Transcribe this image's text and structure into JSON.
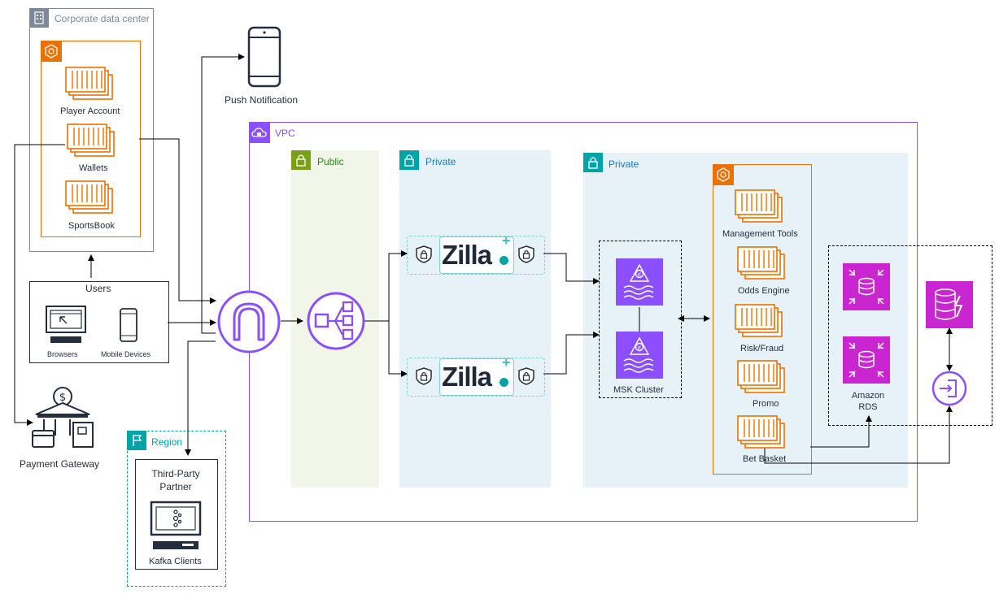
{
  "corporate": {
    "title": "Corporate data center",
    "services": [
      "Player Account",
      "Wallets",
      "SportsBook"
    ]
  },
  "push": {
    "label": "Push Notification"
  },
  "users": {
    "title": "Users",
    "browsers": "Browsers",
    "mobile": "Mobile Devices"
  },
  "payment": {
    "label": "Payment Gateway"
  },
  "region": {
    "title": "Region",
    "partner": "Third-Party\nPartner",
    "kafka": "Kafka Clients"
  },
  "vpc": {
    "title": "VPC"
  },
  "subnets": {
    "public": "Public",
    "private1": "Private",
    "private2": "Private"
  },
  "zilla": {
    "logo": "Zilla"
  },
  "msk": {
    "label": "MSK Cluster"
  },
  "services": [
    "Management Tools",
    "Odds Engine",
    "Risk/Fraud",
    "Promo",
    "Bet Basket"
  ],
  "rds": {
    "label": "Amazon\nRDS"
  },
  "colors": {
    "vpc": "#8c4fff",
    "public": "#7aa116",
    "private": "#00a4a6",
    "orange": "#ed7100",
    "magenta": "#c925d1",
    "purple": "#8c4fff",
    "public_bg": "#f2f6e8",
    "private_bg": "#e6f2f8"
  }
}
